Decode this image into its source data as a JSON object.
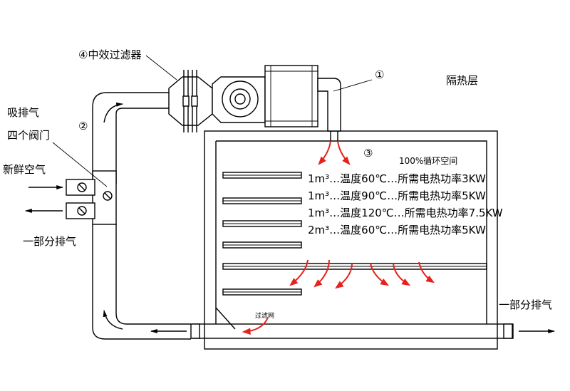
{
  "labels": {
    "filter": "④中效过滤器",
    "num1": "①",
    "num2": "②",
    "num3": "③",
    "insulation": "隔热层",
    "suction_exhaust": "吸排气",
    "four_valves": "四个阀门",
    "fresh_air": "新鲜空气",
    "partial_exhaust_left": "一部分排气",
    "partial_exhaust_right": "一部分排气",
    "filter_mesh": "过滤网",
    "recirculation": "100%循环空间"
  },
  "specs": [
    "1m³…温度60℃…所需电热功率3KW",
    "1m³…温度90℃…所需电热功率5KW",
    "1m³…温度120℃…所需电热功率7.5KW",
    "2m³…温度60℃…所需电热功率5KW"
  ],
  "colors": {
    "line": "#000000",
    "airflow": "#e8201c",
    "background": "#ffffff"
  }
}
